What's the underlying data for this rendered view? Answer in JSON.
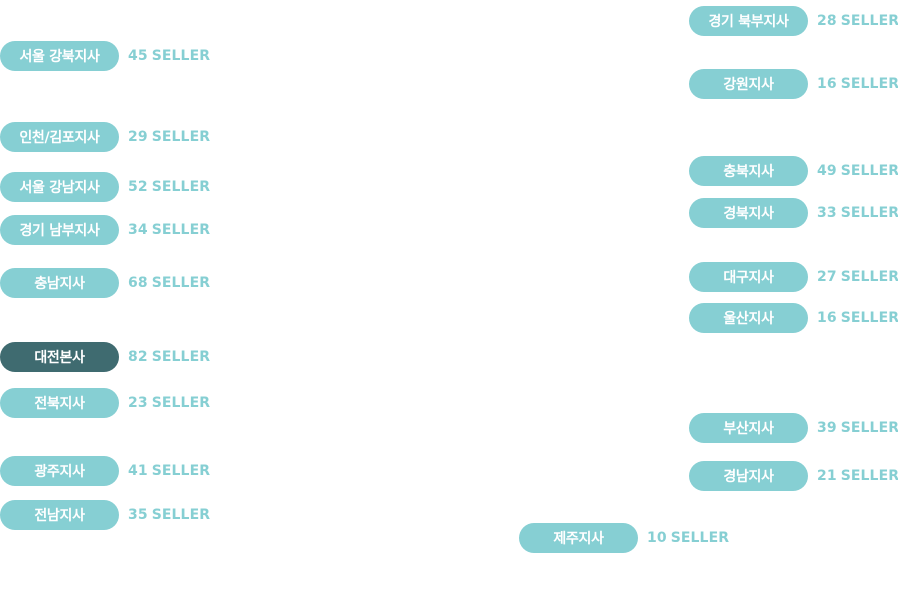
{
  "unit_label": "SELLER",
  "colors": {
    "pill": "#86cfd3",
    "pill_hq": "#3f6b70",
    "count_text": "#86cfd3"
  },
  "branches": [
    {
      "name": "서울 강북지사",
      "count": "45"
    },
    {
      "name": "인천/김포지사",
      "count": "29"
    },
    {
      "name": "서울 강남지사",
      "count": "52"
    },
    {
      "name": "경기 남부지사",
      "count": "34"
    },
    {
      "name": "충남지사",
      "count": "68"
    },
    {
      "name": "대전본사",
      "count": "82"
    },
    {
      "name": "전북지사",
      "count": "23"
    },
    {
      "name": "광주지사",
      "count": "41"
    },
    {
      "name": "전남지사",
      "count": "35"
    },
    {
      "name": "경기 북부지사",
      "count": "28"
    },
    {
      "name": "강원지사",
      "count": "16"
    },
    {
      "name": "충북지사",
      "count": "49"
    },
    {
      "name": "경북지사",
      "count": "33"
    },
    {
      "name": "대구지사",
      "count": "27"
    },
    {
      "name": "울산지사",
      "count": "16"
    },
    {
      "name": "부산지사",
      "count": "39"
    },
    {
      "name": "경남지사",
      "count": "21"
    },
    {
      "name": "제주지사",
      "count": "10"
    }
  ]
}
